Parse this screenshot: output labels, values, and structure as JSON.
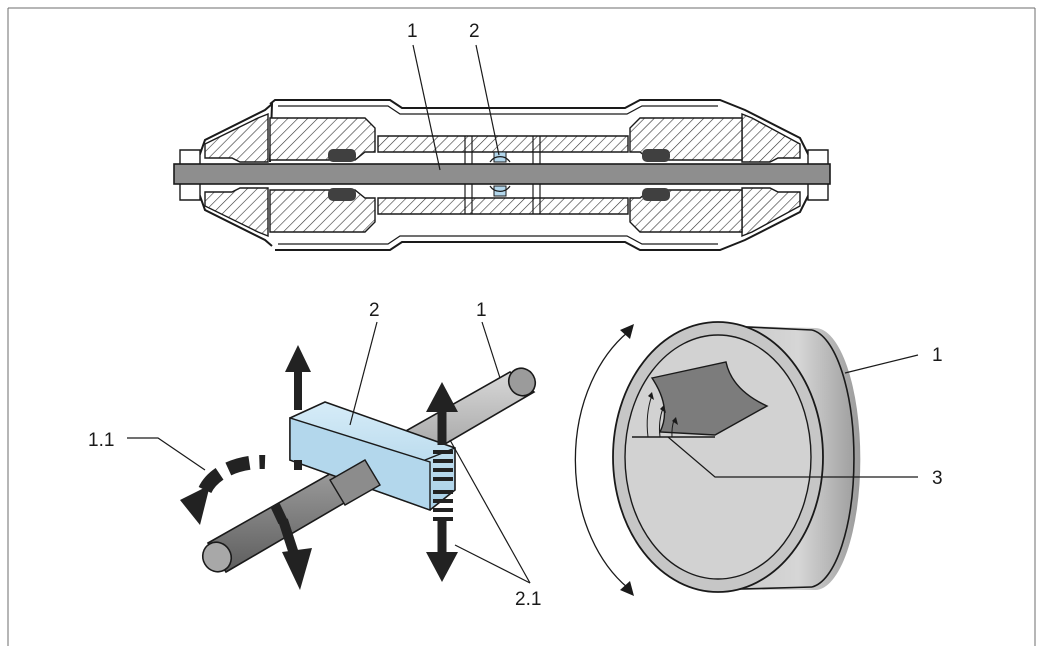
{
  "labels": {
    "top_1": "1",
    "top_2": "2",
    "left_2": "2",
    "left_1": "1",
    "left_1_1": "1.1",
    "left_2_1": "2.1",
    "right_1": "1",
    "right_3": "3"
  },
  "colors": {
    "frame": "#6e6e6e",
    "rod": "#8e8e8e",
    "magnet": "#b3d7ec",
    "outline": "#1a1a1a",
    "seal": "#404040",
    "arrow": "#222222"
  }
}
